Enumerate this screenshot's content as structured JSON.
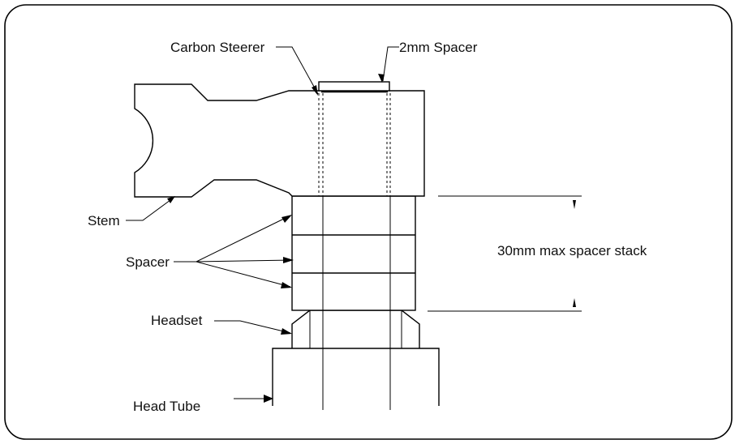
{
  "labels": {
    "carbon_steerer": "Carbon Steerer",
    "spacer_2mm": "2mm Spacer",
    "stem": "Stem",
    "spacer": "Spacer",
    "headset": "Headset",
    "head_tube": "Head Tube",
    "max_stack": "30mm max spacer stack"
  }
}
